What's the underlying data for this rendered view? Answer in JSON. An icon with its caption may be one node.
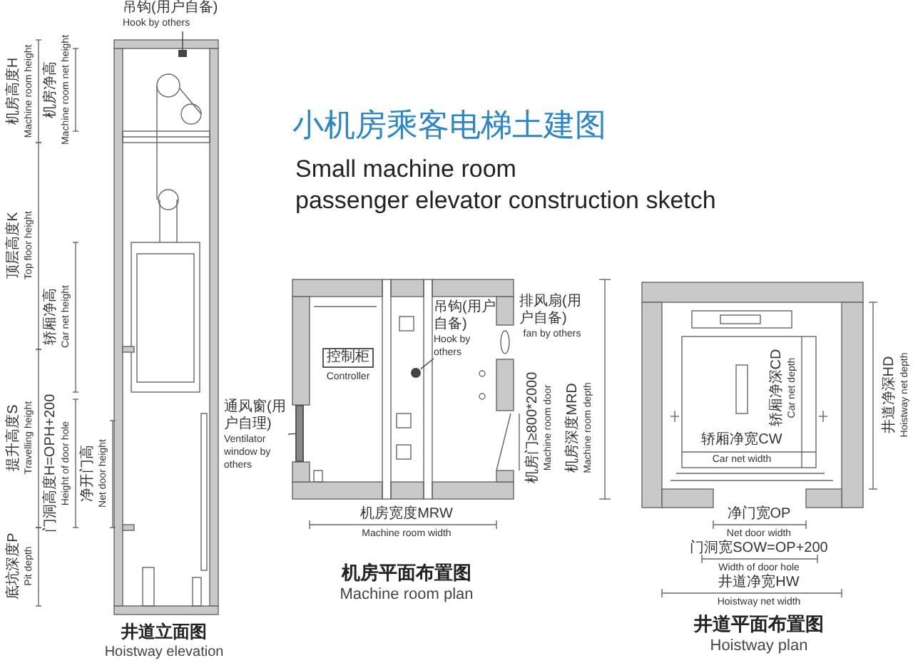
{
  "diagram": {
    "title": "小机房乘客电梯土建图",
    "nodes": [
      {
        "text": [
          "吊钩(用户自备)",
          "Hook by others"
        ]
      },
      {
        "text": [],
        "shape": "circle"
      },
      {
        "text": [
          "通风窗(用户自理)",
          "Ventilator window by others"
        ]
      },
      {
        "text": [],
        "shape": "bar"
      },
      {
        "text": [
          "吊钩(用户自备)",
          "Hook by others"
        ]
      },
      {
        "text": [],
        "shape": "box"
      }
    ],
    "edges": [
      {
        "from": 0,
        "to": 1,
        "arrow": "none"
      },
      {
        "from": 2,
        "to": 3,
        "arrow": "none"
      },
      {
        "from": 4,
        "to": 5,
        "arrow": "none"
      }
    ],
    "labels": [
      "Small machine room",
      "passenger elevator construction sketch",
      "机房高度H",
      "Machine room height",
      "机房净高",
      "Machine room net height",
      "顶层高度K",
      "Top floor height",
      "轿厢净高",
      "Car net height",
      "提升高度S",
      "Travelling height",
      "门洞高度H=OPH+200",
      "Height of door hole",
      "净开门高",
      "Net door height",
      "底坑深度P",
      "Pit depth",
      "井道立面图",
      "Hoistway elevation",
      "控制柜",
      "Controller",
      "排风扇(用户自备)",
      "fan by others",
      "机房门≥800*2000",
      "Machine room door",
      "机房深度MRD",
      "Machine room depth",
      "机房宽度MRW",
      "Machine room width",
      "机房平面布置图",
      "Machine room plan",
      "轿厢净深CD",
      "Car net depth",
      "轿厢净宽CW",
      "Car net width",
      "井道净深HD",
      "Hoistway net depth",
      "净门宽OP",
      "Net door width",
      "门洞宽SOW=OP+200",
      "Width of door hole",
      "井道净宽HW",
      "Hoistway net width",
      "井道平面布置图",
      "Hoistway plan"
    ]
  }
}
